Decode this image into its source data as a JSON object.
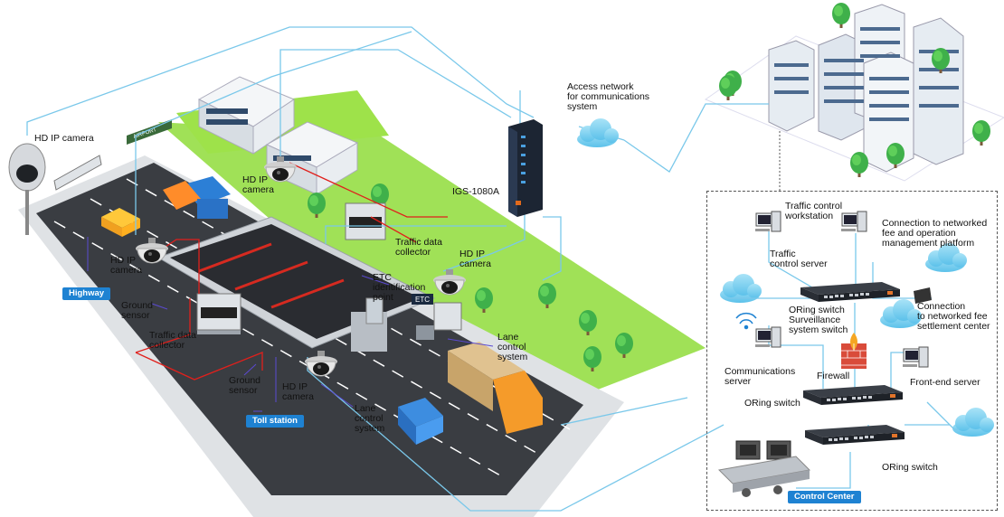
{
  "labels": {
    "hd_camera_topleft": "HD IP camera",
    "hd_camera_top": "HD IP\ncamera",
    "hd_camera_left": "HD IP\ncamera",
    "hd_camera_right": "HD IP\ncamera",
    "hd_camera_bottom": "HD IP\ncamera",
    "access_network": "Access network\nfor communications\nsystem",
    "igs": "IGS-1080A",
    "traffic_data_collector_top": "Traffic data\ncollector",
    "traffic_data_collector_bottom": "Traffic data\ncollector",
    "etc_point": "ETC\nidentification\npoint",
    "ground_sensor_left": "Ground\nsensor",
    "ground_sensor_bottom": "Ground\nsensor",
    "lane_control_right": "Lane\ncontrol\nsystem",
    "lane_control_bottom": "Lane\ncontrol\nsystem"
  },
  "badges": {
    "highway": "Highway",
    "toll_station": "Toll station",
    "control_center": "Control Center"
  },
  "control_center": {
    "traffic_workstation": "Traffic control\nworkstation",
    "traffic_server": "Traffic\ncontrol server",
    "networked_fee": "Connection to networked\nfee and operation\nmanagement platform",
    "oring_surveillance": "ORing switch\nSurveillance\nsystem switch",
    "settlement": "Connection\nto networked fee\nsettlement center",
    "comm_server": "Communications\nserver",
    "firewall": "Firewall",
    "oring_1": "ORing switch",
    "frontend": "Front-end server",
    "oring_2": "ORing switch"
  },
  "signs": {
    "airport": "AIRPORT",
    "etc": "ETC"
  },
  "colors": {
    "link_blue": "#7ac8ea",
    "link_red": "#e0201c",
    "grass": "#8fdc3a",
    "road": "#3a3d42",
    "badge": "#1e82d2",
    "cloud": "#7fd0f0"
  }
}
